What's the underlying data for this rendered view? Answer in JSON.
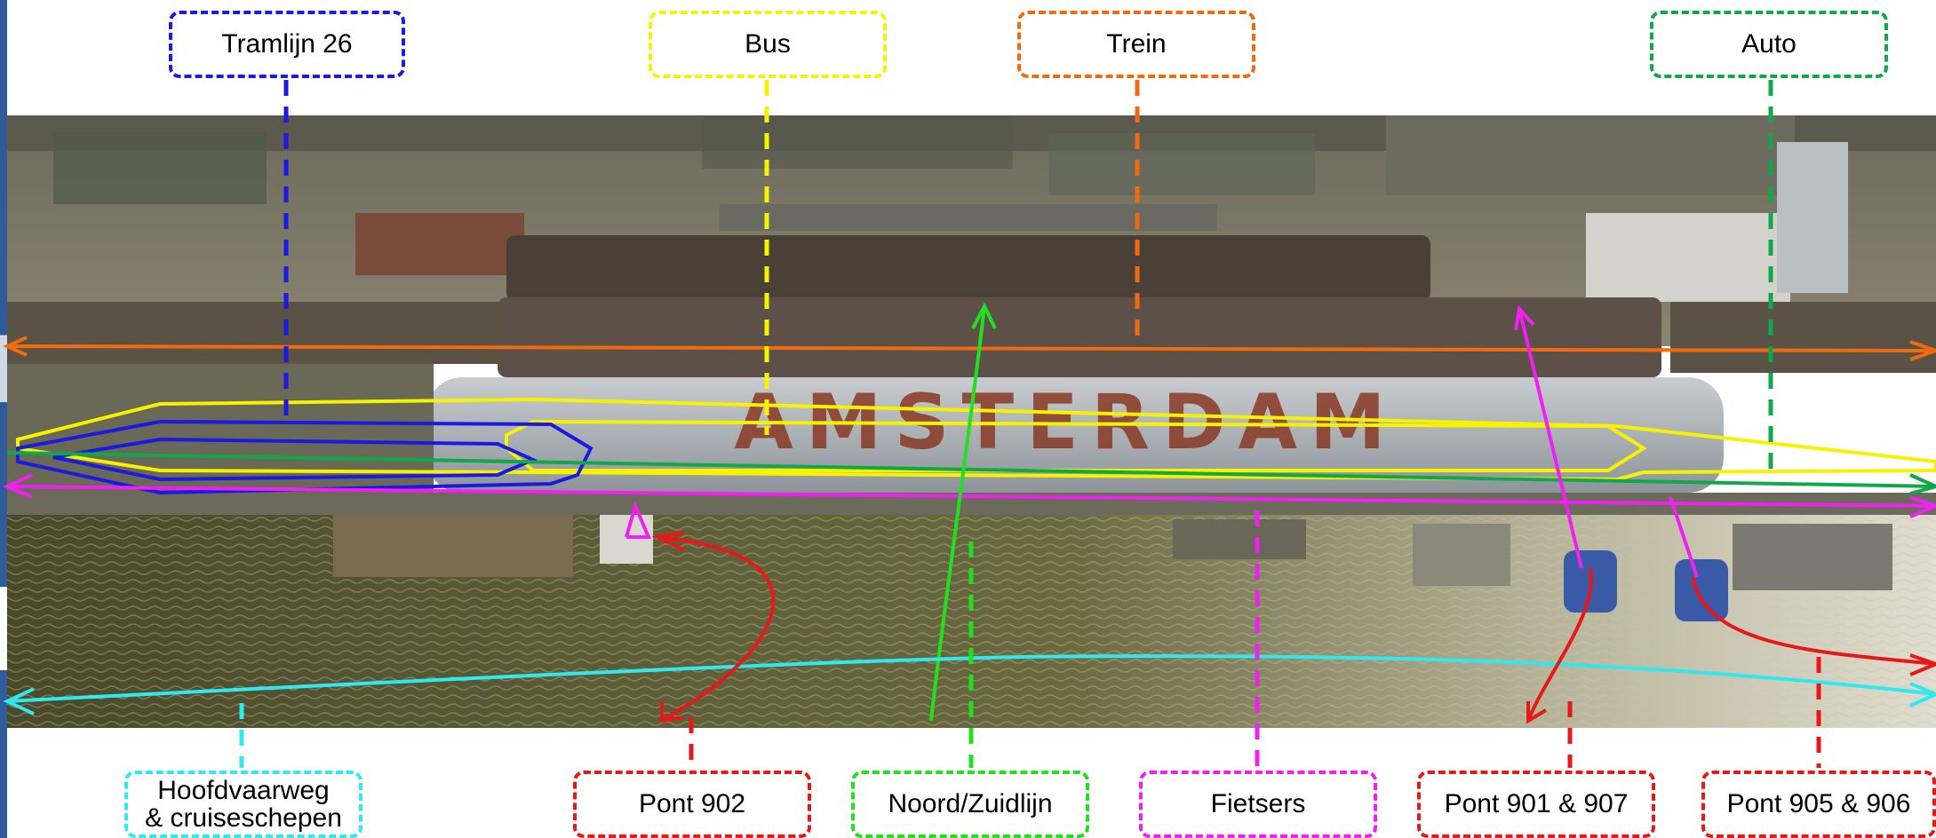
{
  "labels": {
    "tram": "Tramlijn 26",
    "bus": "Bus",
    "train": "Trein",
    "car": "Auto",
    "waterway": "Hoofdvaarweg\n& cruiseschepen",
    "ferry_902": "Pont 902",
    "metro": "Noord/Zuidlijn",
    "cyclists": "Fietsers",
    "ferry_901_907": "Pont 901 & 907",
    "ferry_905_906": "Pont 905 & 906"
  },
  "photo_text": "AMSTERDAM",
  "colors": {
    "tram": "#1a1ae0",
    "bus": "#f7f200",
    "train": "#f06a10",
    "car": "#10a848",
    "waterway": "#2fe8f0",
    "ferry": "#e81818",
    "metro": "#20e020",
    "cyclists": "#f020f0"
  }
}
